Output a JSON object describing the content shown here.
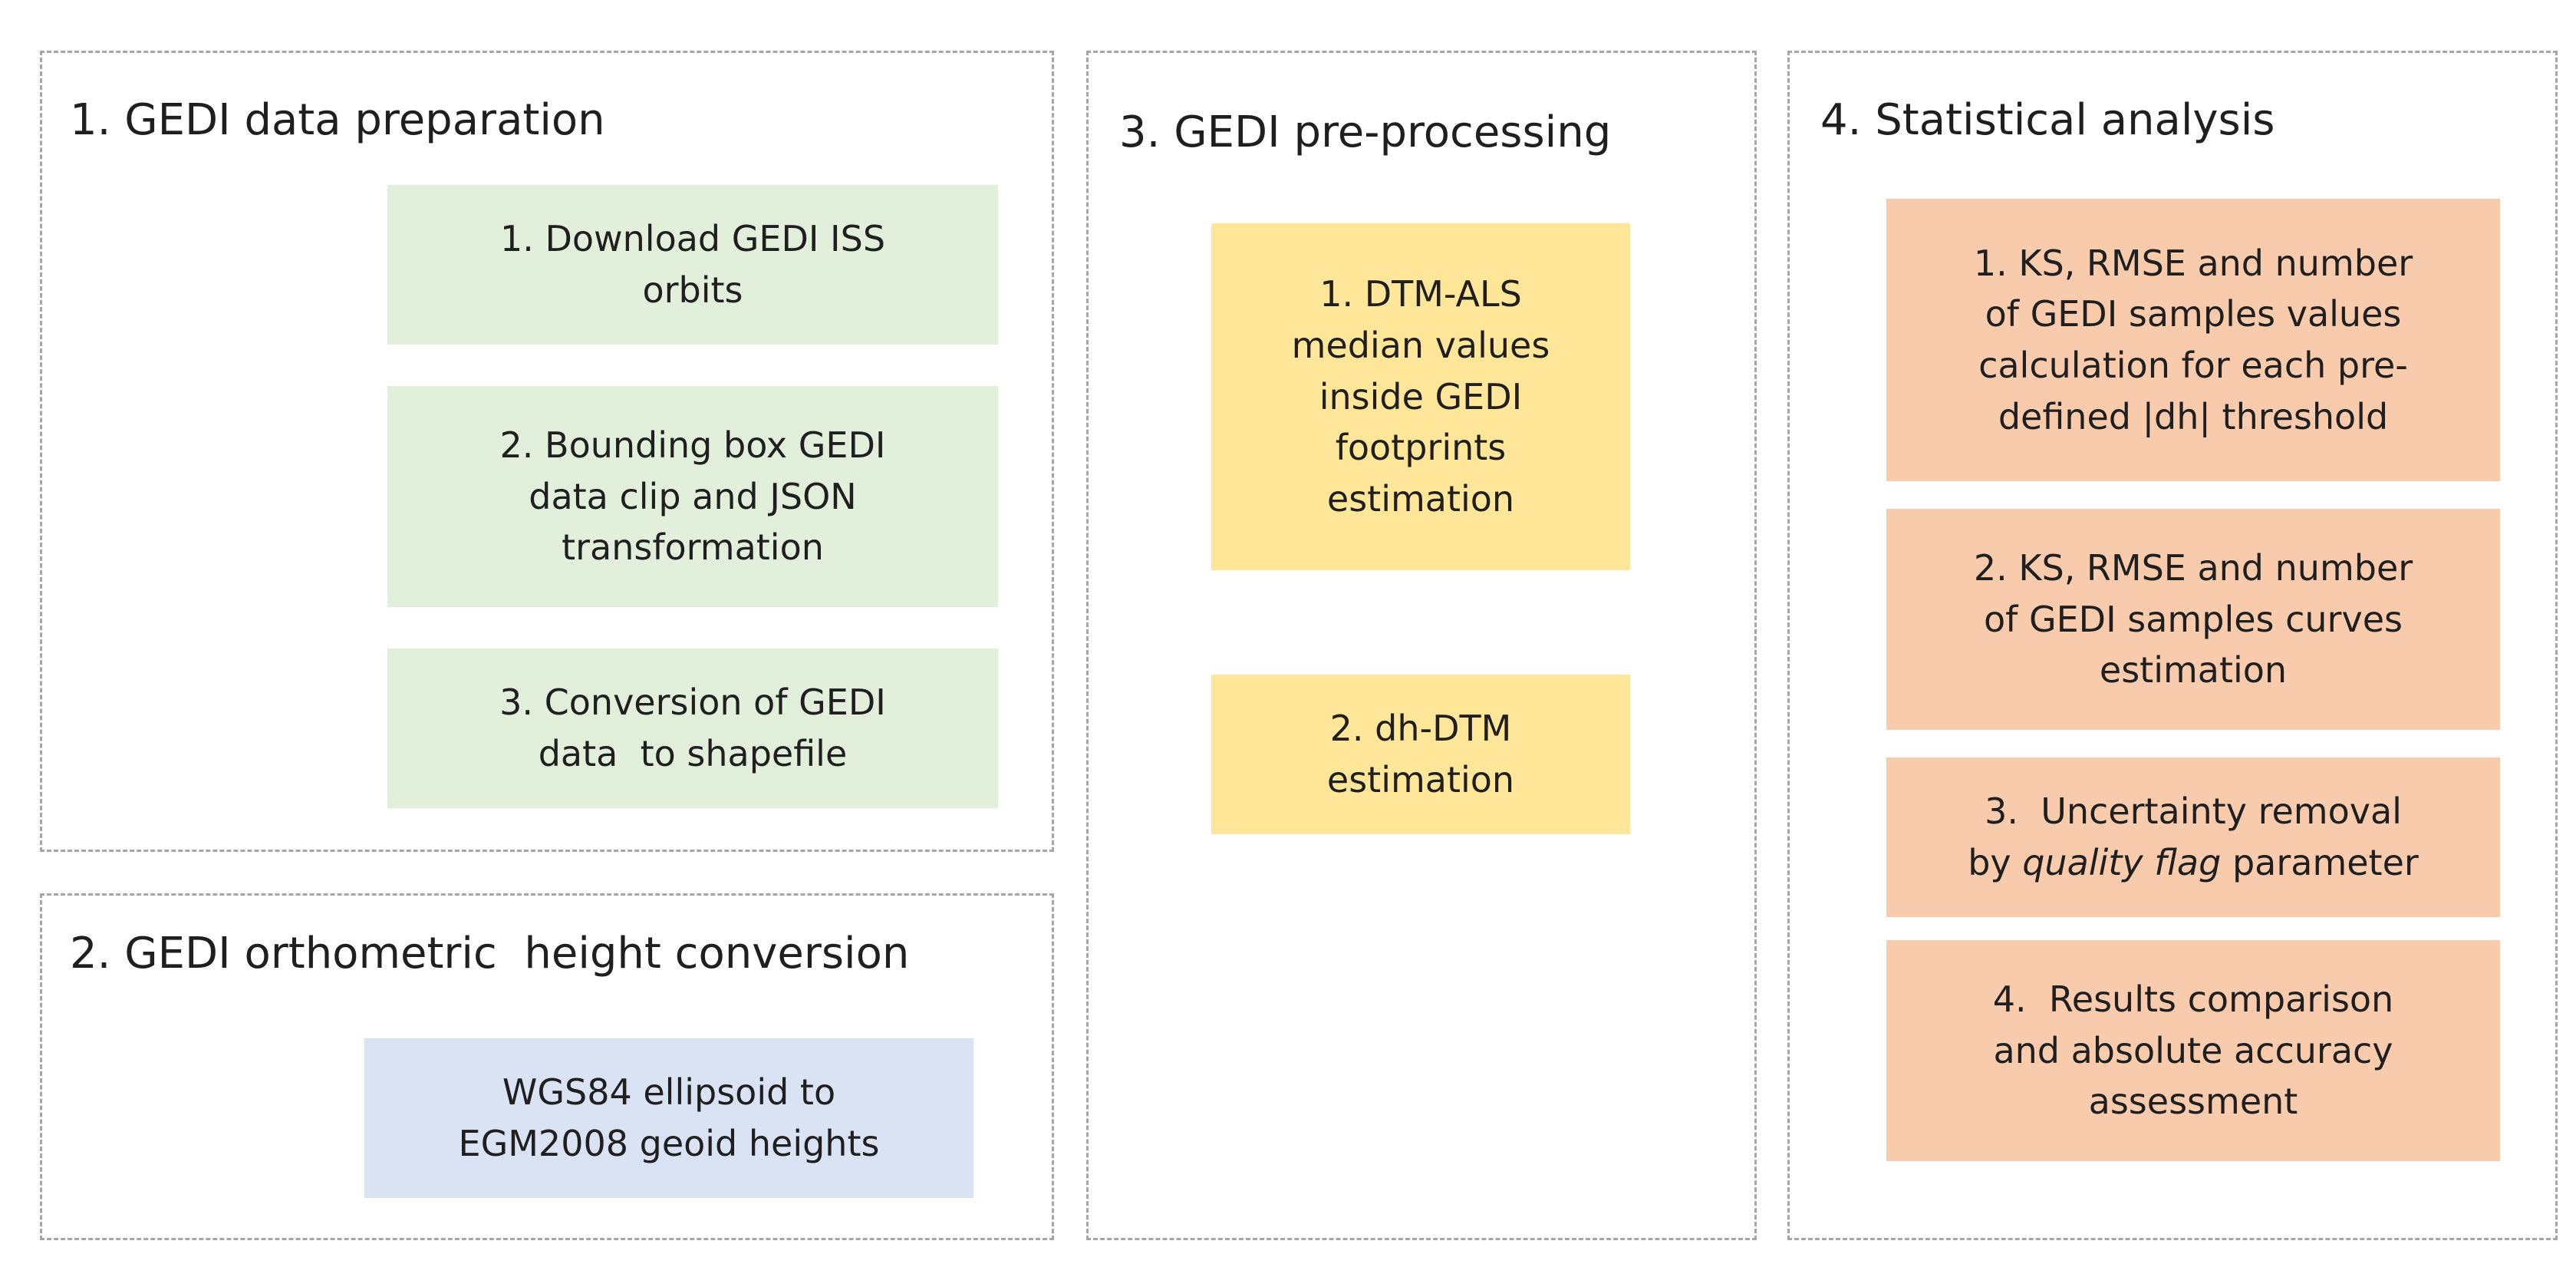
{
  "panels": {
    "data_preparation": {
      "title": "1. GEDI data preparation",
      "steps": [
        {
          "lines": [
            "1. Download GEDI ISS",
            "orbits"
          ]
        },
        {
          "lines": [
            "2. Bounding box GEDI",
            "data clip and JSON",
            "transformation"
          ]
        },
        {
          "lines": [
            "3. Conversion of GEDI",
            "data  to shapefile"
          ]
        }
      ]
    },
    "height_conversion": {
      "title": "2. GEDI orthometric  height conversion",
      "steps": [
        {
          "lines": [
            "WGS84 ellipsoid to",
            "EGM2008 geoid heights"
          ]
        }
      ]
    },
    "pre_processing": {
      "title": "3. GEDI pre-processing",
      "steps": [
        {
          "lines": [
            "1. DTM-ALS",
            "median values",
            "inside GEDI",
            "footprints",
            "estimation"
          ]
        },
        {
          "lines": [
            "2. dh-DTM",
            "estimation"
          ]
        }
      ]
    },
    "statistical_analysis": {
      "title": "4. Statistical analysis",
      "steps": [
        {
          "lines": [
            "1. KS, RMSE and number",
            "of GEDI samples values",
            "calculation for each pre-",
            "defined |dh| threshold"
          ]
        },
        {
          "lines": [
            "2. KS, RMSE and number",
            "of GEDI samples curves",
            "estimation"
          ]
        },
        {
          "lines": [
            "3.  Uncertainty removal"
          ],
          "line2_prefix": "by ",
          "line2_italic": "quality flag",
          "line2_suffix": " parameter"
        },
        {
          "lines": [
            "4.  Results comparison",
            "and absolute accuracy",
            "assessment"
          ]
        }
      ]
    }
  },
  "colors": {
    "green": "#e2efda",
    "blue": "#dae3f3",
    "yellow": "#ffe699",
    "orange": "#f8cbad",
    "border": "#a6a6a6"
  }
}
